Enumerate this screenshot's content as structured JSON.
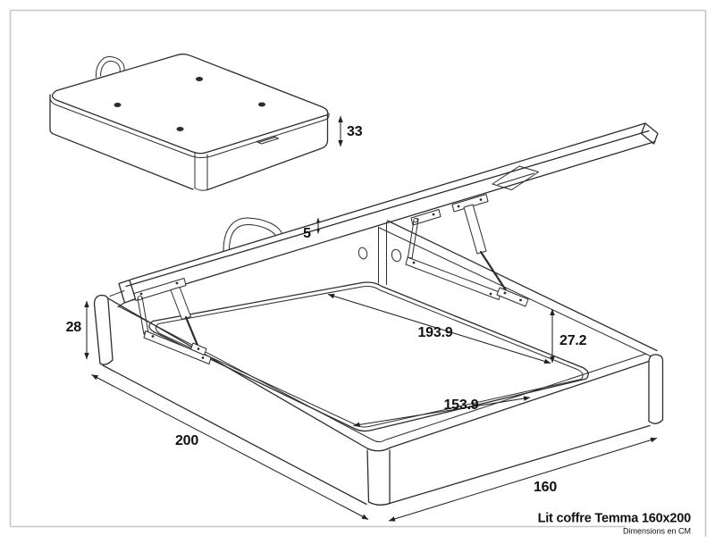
{
  "drawing": {
    "title": "Lit coffre Temma 160x200",
    "units_note": "Dimensions en CM",
    "dimensions": {
      "closed_total_height": "33",
      "lid_thickness": "5",
      "base_height": "28",
      "exterior_length": "200",
      "exterior_width": "160",
      "interior_length": "193.9",
      "interior_width": "153.9",
      "interior_depth": "27.2"
    },
    "colors": {
      "line": "#2d2d2d",
      "frame_border": "#c4c5ce",
      "background": "#ffffff",
      "text": "#111111"
    }
  }
}
